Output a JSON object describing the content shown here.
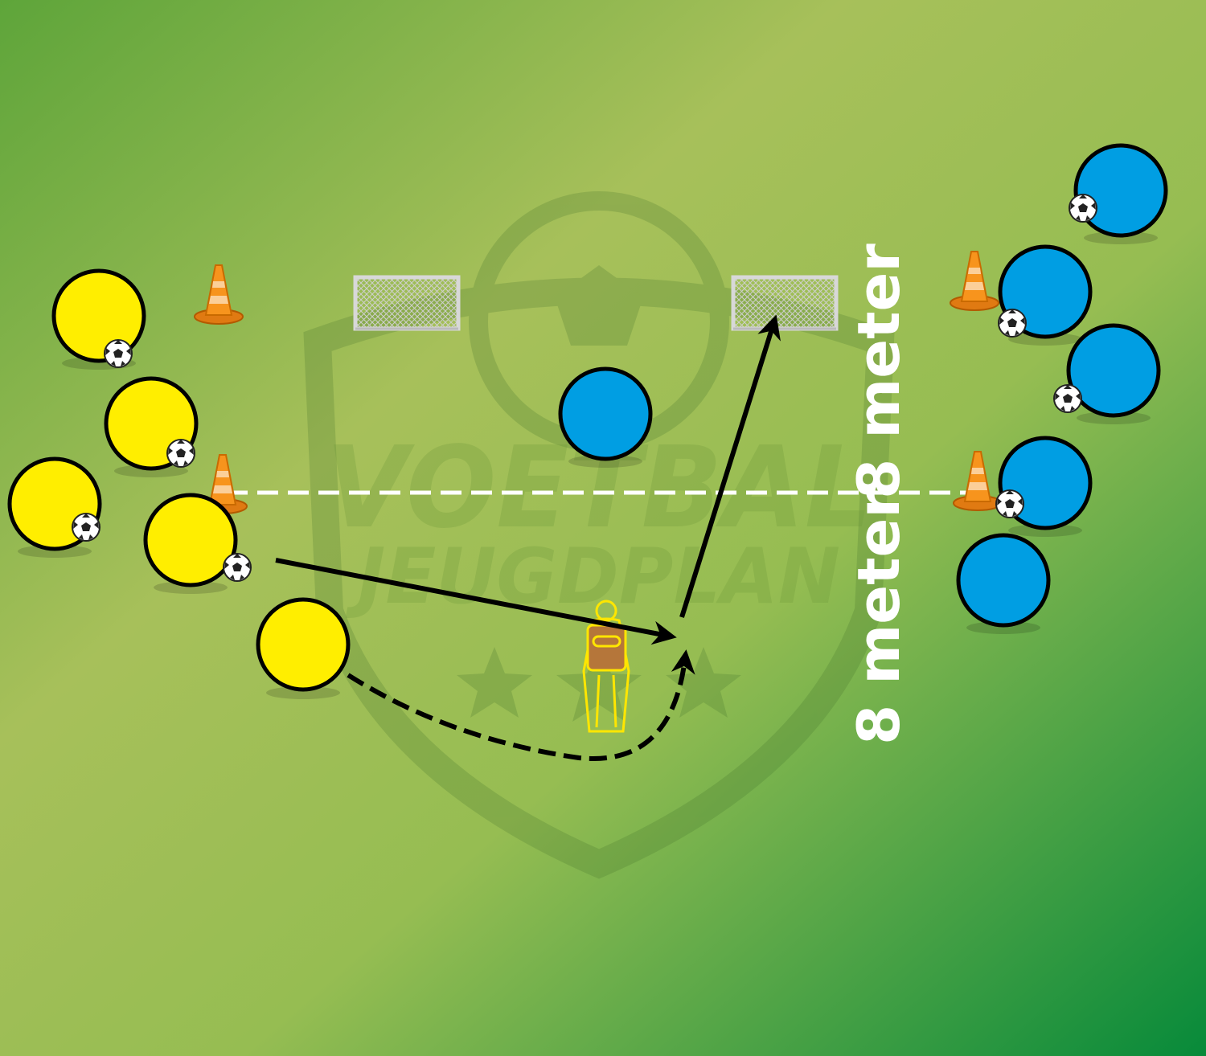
{
  "colors": {
    "field_light": "#a8c05a",
    "field_dark": "#1e8a3a",
    "team_yellow": "#ffee00",
    "team_blue": "#009ee3",
    "cone": "#f7941d",
    "dummy": "#ffe600",
    "line_white": "#ffffff",
    "arrow": "#000000"
  },
  "watermark": {
    "line1": "VOETBAL",
    "line2": "JEUGDPLAN"
  },
  "measurements": {
    "upper": "8 meter",
    "lower": "8 meter"
  },
  "icons": [
    "soccer-ball-icon",
    "cone-icon",
    "mini-goal-icon",
    "training-dummy-icon",
    "player-marker-icon"
  ],
  "players": {
    "yellow_count": 5,
    "blue_count": 6
  }
}
